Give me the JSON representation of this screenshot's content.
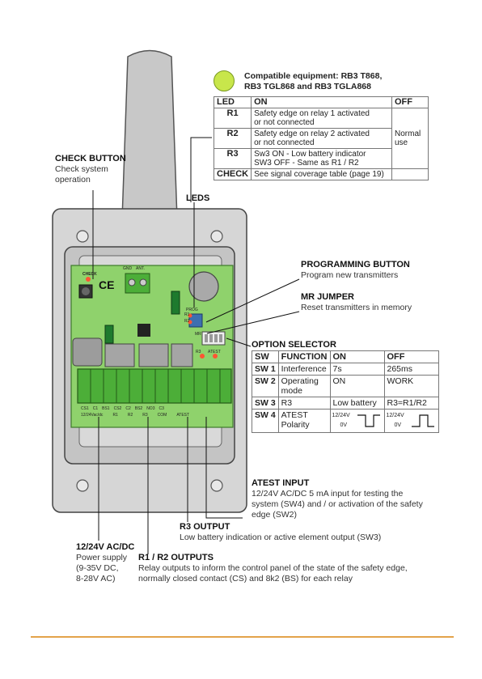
{
  "compatible": {
    "line1": "Compatible equipment: RB3 T868,",
    "line2": "RB3 TGL868 and RB3 TGLA868"
  },
  "led_table": {
    "headers": [
      "LED",
      "ON",
      "OFF"
    ],
    "rows": [
      {
        "led": "R1",
        "on1": "Safety edge on relay 1 activated",
        "on2": "or not connected"
      },
      {
        "led": "R2",
        "on1": "Safety edge on relay 2 activated",
        "on2": "or not connected"
      },
      {
        "led": "R3",
        "on1": "Sw3 ON - Low battery indicator",
        "on2": "SW3 OFF - Same as R1 / R2"
      },
      {
        "led": "CHECK",
        "on1": "See signal coverage table (page 19)",
        "on2": ""
      }
    ],
    "off_note": "Normal use"
  },
  "callouts": {
    "check_title": "CHECK BUTTON",
    "check_desc1": "Check system",
    "check_desc2": "operation",
    "leds": "LEDS",
    "prog_title": "PROGRAMMING BUTTON",
    "prog_desc": "Program new transmitters",
    "mr_title": "MR JUMPER",
    "mr_desc": "Reset transmitters in memory",
    "opt_title": "OPTION SELECTOR",
    "atest_title": "ATEST INPUT",
    "atest_desc1": "12/24V AC/DC 5 mA input for testing the",
    "atest_desc2": "system (SW4) and / or activation of the safety",
    "atest_desc3": "edge (SW2)",
    "r3_title": "R3 OUTPUT",
    "r3_desc": "Low battery indication or active element output (SW3)",
    "pwr_title": "12/24V AC/DC",
    "pwr_desc1": "Power supply",
    "pwr_desc2": "(9-35V DC,",
    "pwr_desc3": "8-28V AC)",
    "r12_title": "R1 / R2 OUTPUTS",
    "r12_desc1": "Relay outputs to inform the control panel of the state of the safety edge,",
    "r12_desc2": "normally closed contact (CS) and 8k2 (BS) for each relay"
  },
  "option_table": {
    "headers": [
      "SW",
      "FUNCTION",
      "ON",
      "OFF"
    ],
    "rows": [
      {
        "sw": "SW 1",
        "func": "Interference",
        "on": "7s",
        "off": "265ms"
      },
      {
        "sw": "SW 2",
        "func": "Operating mode",
        "on": "ON",
        "off": "WORK"
      },
      {
        "sw": "SW 3",
        "func": "R3",
        "on": "Low battery",
        "off": "R3=R1/R2"
      },
      {
        "sw": "SW 4",
        "func": "ATEST Polarity",
        "on": "",
        "off": ""
      }
    ],
    "wave_v": "12/24V",
    "wave_0": "0V"
  },
  "board": {
    "check": "CHECK",
    "ce": "CE",
    "gnd": "GND",
    "ant": "ANT.",
    "prog": "PROG",
    "r1": "R1",
    "r2": "R2",
    "r3": "R3",
    "mr": "MR",
    "atest": "ATEST",
    "term_left": "12/24Vac/dc",
    "term_cs1": "CS1",
    "term_c1": "C1",
    "term_bs1": "BS1",
    "term_r1": "R1",
    "term_cs2": "CS2",
    "term_c2": "C2",
    "term_bs2": "BS2",
    "term_r2": "R2",
    "term_no3": "NO3",
    "term_c3": "C3",
    "term_r3": "R3",
    "term_com": "COM",
    "term_atest": "ATEST"
  },
  "colors": {
    "pcb": "#8fd26c",
    "terminal": "#4cae38",
    "housing": "#d3d3d3",
    "footer_rule": "#e3a34a"
  }
}
